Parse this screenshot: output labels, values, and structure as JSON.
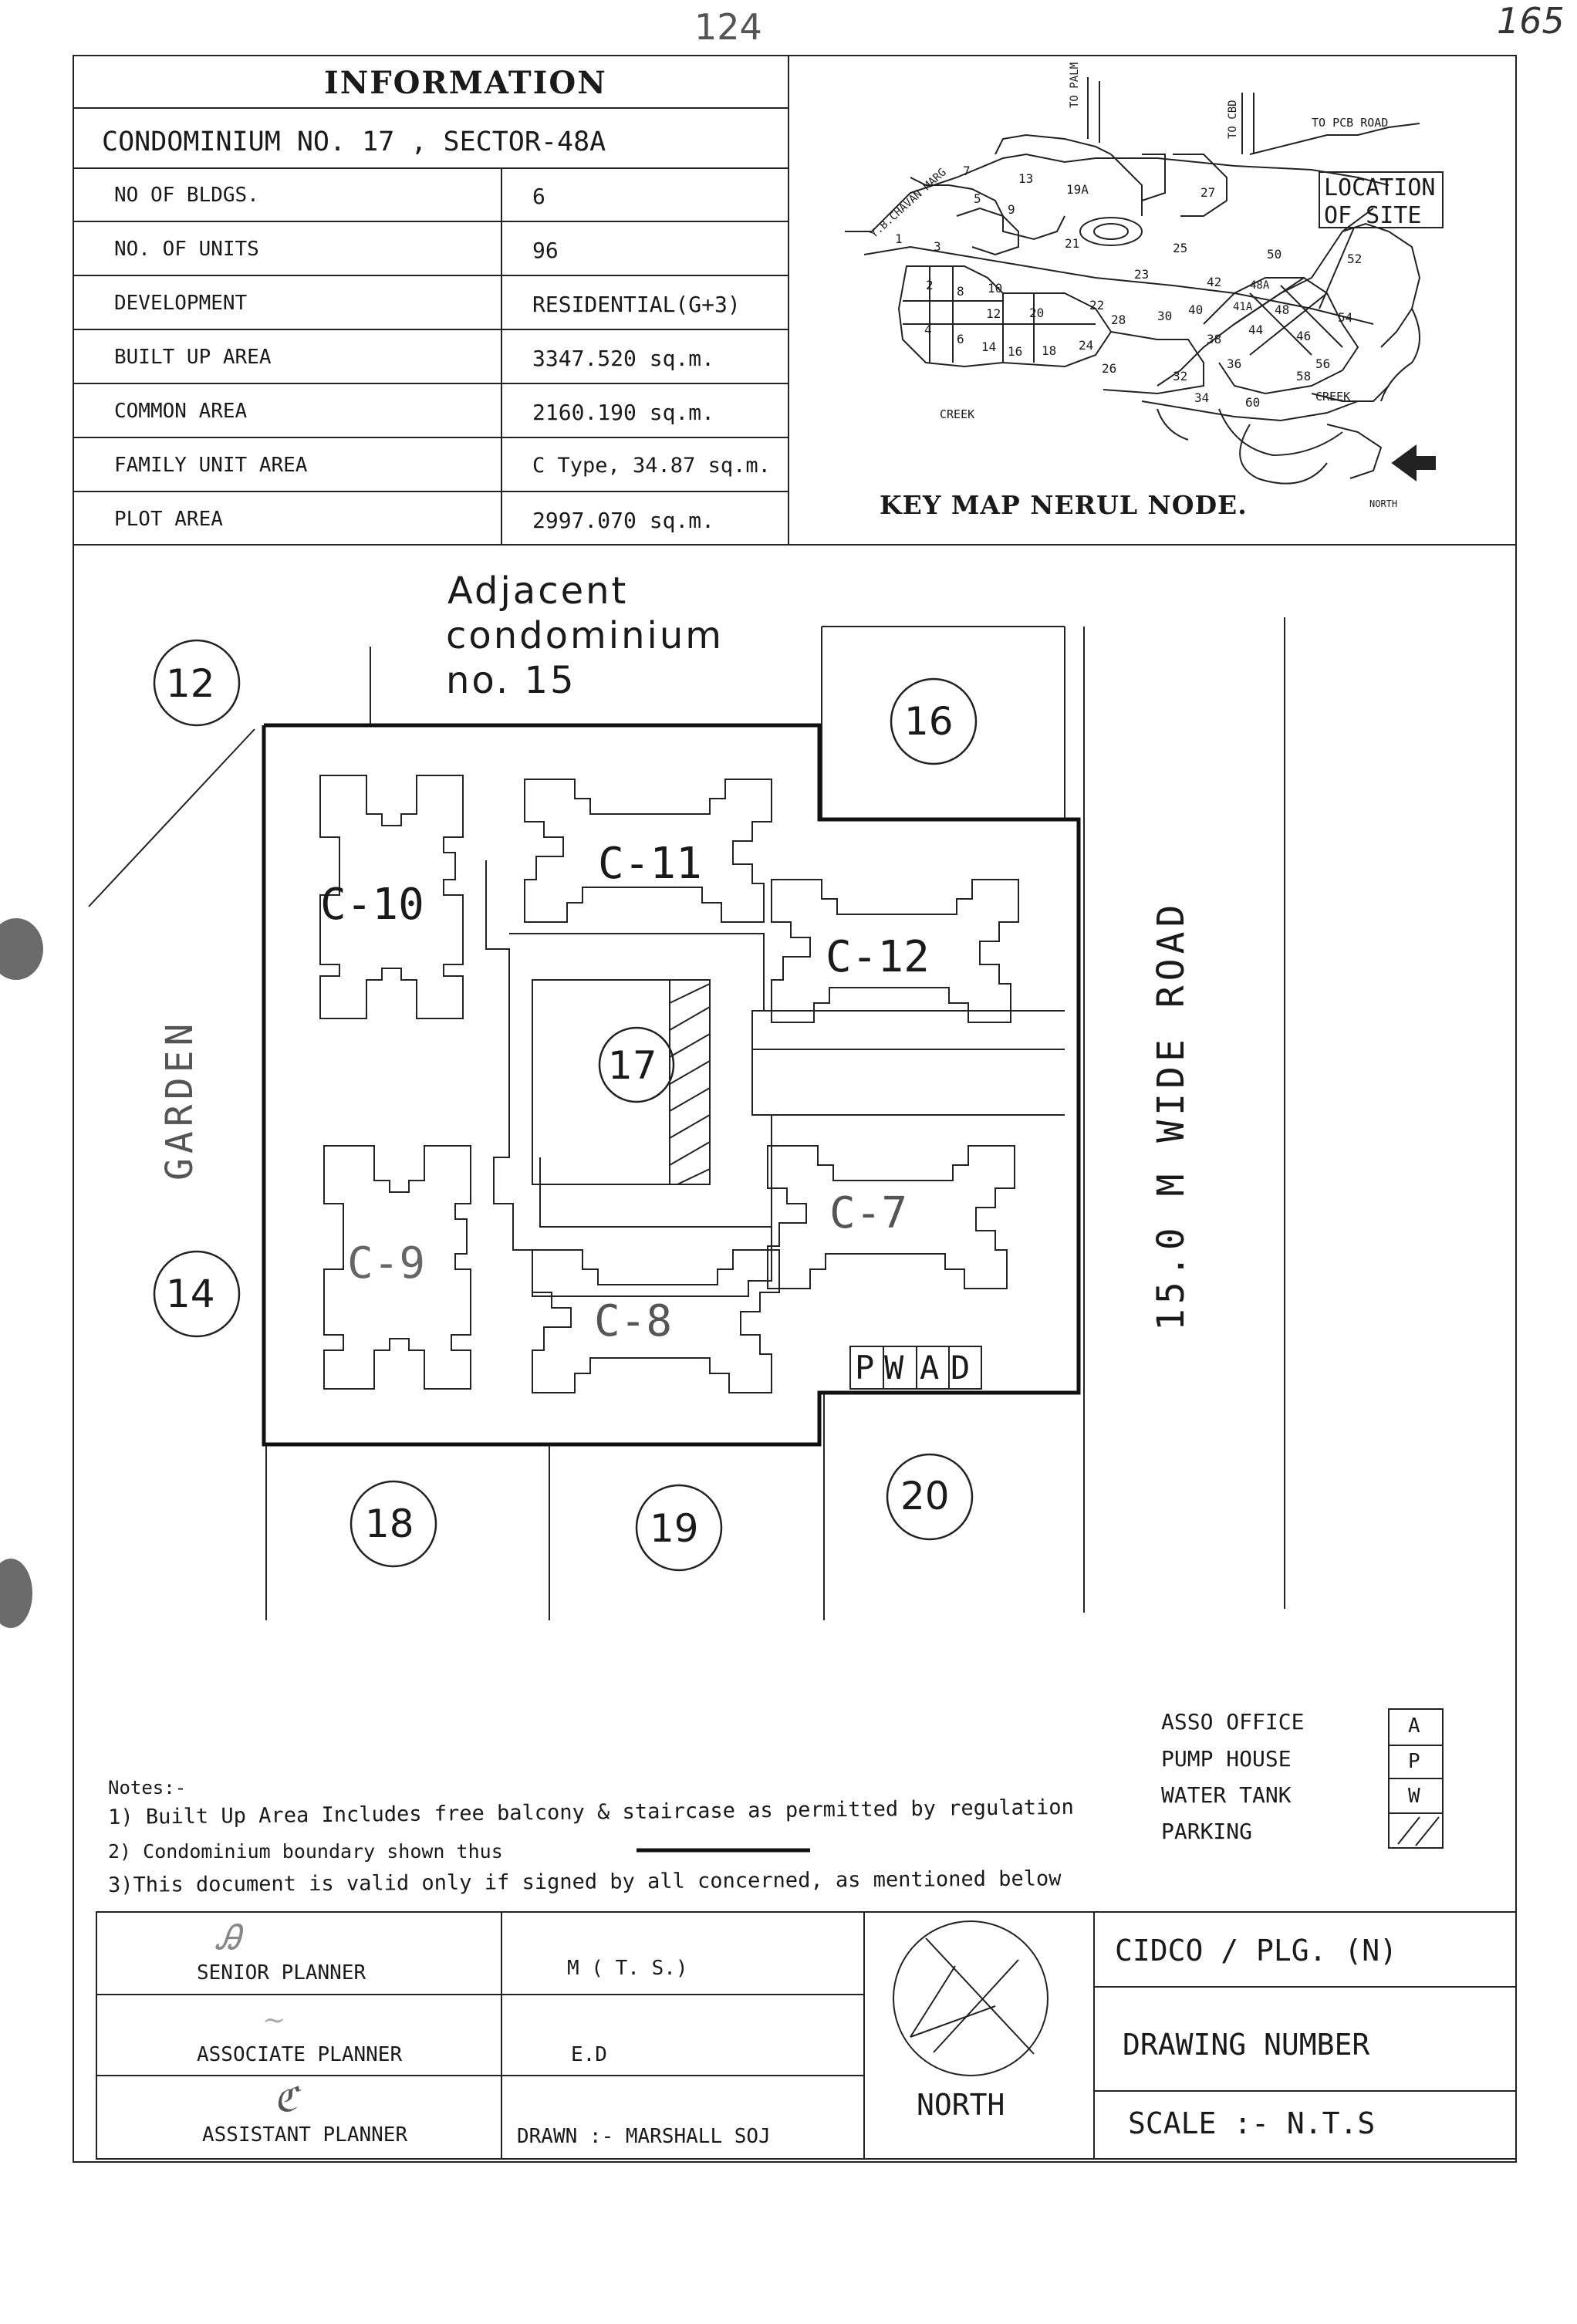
{
  "page": {
    "corner_number_left": "124",
    "corner_number_right": "165"
  },
  "info": {
    "title": "INFORMATION",
    "subtitle": "CONDOMINIUM NO. 17 , SECTOR-48A",
    "rows": [
      {
        "label": "NO OF BLDGS.",
        "value": "6"
      },
      {
        "label": "NO. OF UNITS",
        "value": "96"
      },
      {
        "label": "DEVELOPMENT",
        "value": "RESIDENTIAL(G+3)"
      },
      {
        "label": "BUILT UP AREA",
        "value": "3347.520 sq.m."
      },
      {
        "label": "COMMON AREA",
        "value": "2160.190 sq.m."
      },
      {
        "label": "FAMILY UNIT AREA",
        "value": "C Type, 34.87 sq.m."
      },
      {
        "label": "PLOT AREA",
        "value": "2997.070 sq.m."
      }
    ]
  },
  "key_map": {
    "caption": "KEY MAP NERUL NODE.",
    "location_label_1": "LOCATION",
    "location_label_2": "OF SITE",
    "road_palm": "TO PALM",
    "road_cbd": "TO CBD",
    "road_pcb": "TO PCB ROAD",
    "road_chavan": "Y.B.CHAVAN MARG",
    "creek_left": "CREEK",
    "creek_right": "CREEK",
    "north": "NORTH",
    "sectors": [
      "1",
      "2",
      "3",
      "4",
      "5",
      "6",
      "7",
      "8",
      "9",
      "10",
      "12",
      "13",
      "14",
      "16",
      "18",
      "19A",
      "20",
      "21",
      "22",
      "23",
      "24",
      "25",
      "26",
      "27",
      "28",
      "30",
      "32",
      "34",
      "36",
      "38",
      "40",
      "41A",
      "42",
      "44",
      "46",
      "48",
      "48A",
      "50",
      "52",
      "54",
      "56",
      "58",
      "60"
    ]
  },
  "site_plan": {
    "adjacent_1": "Adjacent",
    "adjacent_2": "condominium",
    "adjacent_3": "no. 15",
    "plots": [
      "12",
      "14",
      "16",
      "17",
      "18",
      "19",
      "20"
    ],
    "buildings": [
      "C-10",
      "C-11",
      "C-12",
      "C-9",
      "C-8",
      "C-7"
    ],
    "garden": "GARDEN",
    "road": "15.0 M WIDE ROAD",
    "utility_cells": [
      "P",
      "W",
      "A",
      "D"
    ]
  },
  "legend": [
    {
      "label": "ASSO OFFICE",
      "symbol": "A"
    },
    {
      "label": "PUMP HOUSE",
      "symbol": "P"
    },
    {
      "label": "WATER TANK",
      "symbol": "W"
    },
    {
      "label": "PARKING",
      "symbol": ""
    }
  ],
  "notes": {
    "heading": "Notes:-",
    "items": [
      "1) Built Up Area Includes free balcony & staircase as permitted by regulation",
      "2) Condominium boundary shown thus",
      "3)This document is valid only if signed by all concerned, as mentioned below"
    ]
  },
  "title_block": {
    "rows": [
      {
        "role": "SENIOR PLANNER",
        "name": "M ( T. S.)"
      },
      {
        "role": "ASSOCIATE PLANNER",
        "name": "E.D"
      },
      {
        "role": "ASSISTANT PLANNER",
        "name": "DRAWN :- MARSHALL SOJ"
      }
    ],
    "north": "NORTH",
    "office": "CIDCO / PLG. (N)",
    "drawing_number": "DRAWING NUMBER",
    "scale": "SCALE :- N.T.S"
  }
}
